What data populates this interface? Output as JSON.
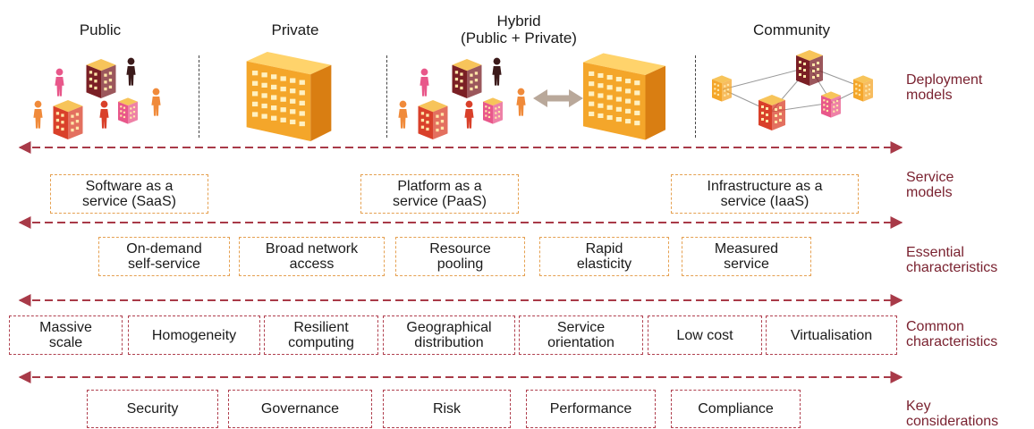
{
  "deployment_models": {
    "public": "Public",
    "private": "Private",
    "hybrid_line1": "Hybrid",
    "hybrid_line2": "(Public + Private)",
    "community": "Community"
  },
  "row_labels": {
    "deployment": [
      "Deployment",
      "models"
    ],
    "service": [
      "Service",
      "models"
    ],
    "essential": [
      "Essential",
      "characteristics"
    ],
    "common": [
      "Common",
      "characteristics"
    ],
    "key": [
      "Key",
      "considerations"
    ]
  },
  "service_models": [
    [
      "Software as a",
      "service (SaaS)"
    ],
    [
      "Platform as a",
      "service (PaaS)"
    ],
    [
      "Infrastructure as a",
      "service (IaaS)"
    ]
  ],
  "essential_characteristics": [
    [
      "On-demand",
      "self-service"
    ],
    [
      "Broad network",
      "access"
    ],
    [
      "Resource",
      "pooling"
    ],
    [
      "Rapid",
      "elasticity"
    ],
    [
      "Measured",
      "service"
    ]
  ],
  "common_characteristics": [
    [
      "Massive",
      "scale"
    ],
    [
      "Homogeneity"
    ],
    [
      "Resilient",
      "computing"
    ],
    [
      "Geographical",
      "distribution"
    ],
    [
      "Service",
      "orientation"
    ],
    [
      "Low cost"
    ],
    [
      "Virtualisation"
    ]
  ],
  "key_considerations": [
    "Security",
    "Governance",
    "Risk",
    "Performance",
    "Compliance"
  ],
  "colors": {
    "arrow": "#a83a48",
    "label": "#7a2230",
    "orange_border": "#e5a050",
    "red_border": "#b0404f",
    "building_orange": "#f4a62a",
    "building_red": "#d9402a",
    "building_dark": "#7a1f25",
    "person_pink": "#e8578a",
    "person_orange": "#f08a3a",
    "person_dark": "#3b1a1a"
  },
  "icons": [
    "person-icon",
    "office-building-icon",
    "double-arrow-icon",
    "network-icon"
  ]
}
